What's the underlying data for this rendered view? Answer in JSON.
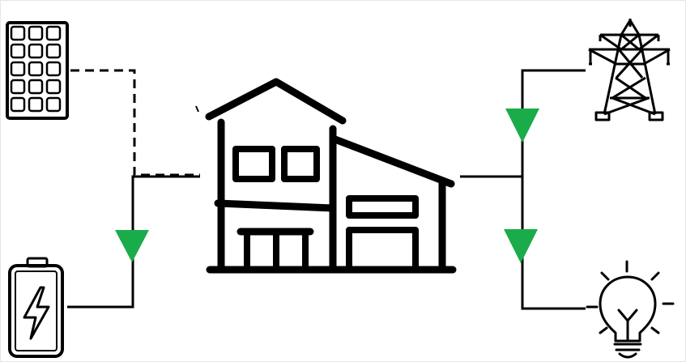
{
  "colors": {
    "line": "#000000",
    "arrow": "#1aac4a",
    "background": "#ffffff"
  },
  "nodes": [
    {
      "id": "solar",
      "icon": "solar-panel-icon"
    },
    {
      "id": "battery",
      "icon": "battery-icon"
    },
    {
      "id": "house",
      "icon": "house-icon"
    },
    {
      "id": "grid",
      "icon": "transmission-tower-icon"
    },
    {
      "id": "load",
      "icon": "light-bulb-icon"
    }
  ],
  "connections": [
    {
      "from": "solar",
      "to": "house",
      "style": "dashed"
    },
    {
      "from": "battery",
      "to": "house",
      "style": "solid",
      "flow_arrow": "down"
    },
    {
      "from": "house",
      "to": "grid",
      "style": "solid",
      "flow_arrow": "down"
    },
    {
      "from": "house",
      "to": "load",
      "style": "solid",
      "flow_arrow": "down"
    }
  ]
}
